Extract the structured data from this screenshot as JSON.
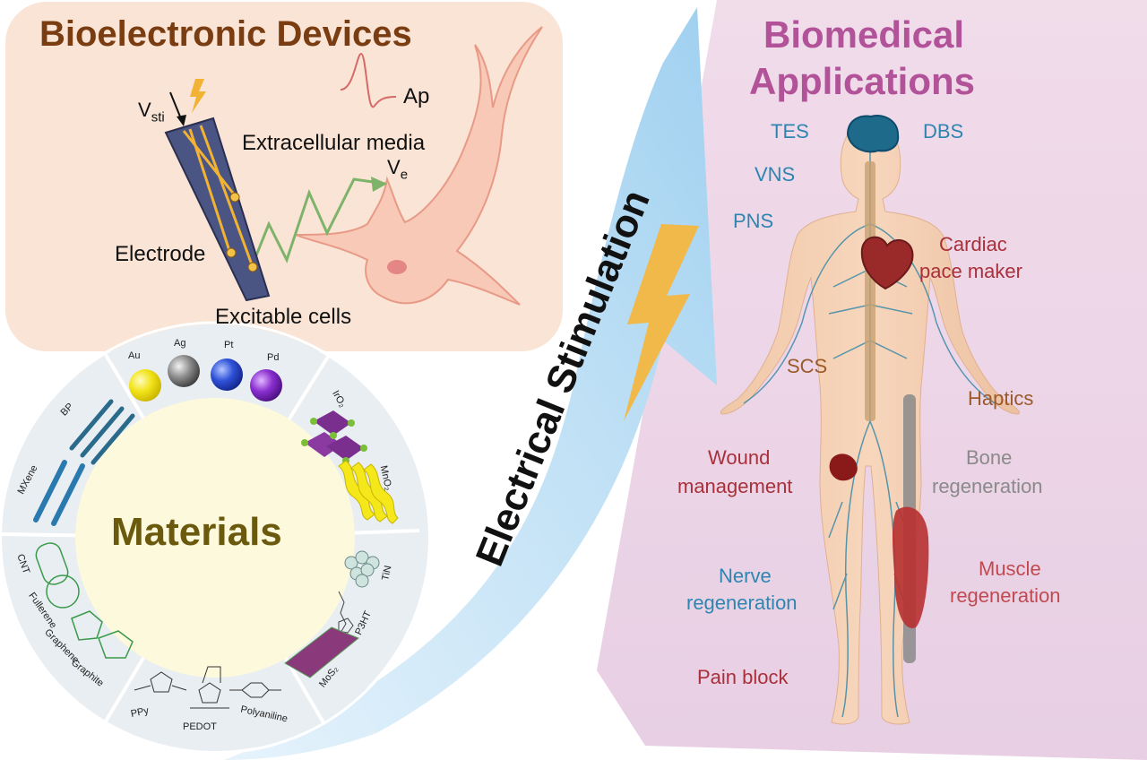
{
  "devices": {
    "title": "Bioelectronic Devices",
    "v_sti": "V",
    "v_sti_sub": "sti",
    "ap": "Ap",
    "extracellular": "Extracellular media",
    "v_e": "V",
    "v_e_sub": "e",
    "electrode": "Electrode",
    "excitable": "Excitable cells"
  },
  "stimulation": {
    "label": "Electrical Stimulation"
  },
  "materials": {
    "title": "Materials",
    "metals": [
      "Au",
      "Ag",
      "Pt",
      "Pd"
    ],
    "oxides": [
      "IrO₂",
      "MnO₂"
    ],
    "nitrides": [
      "TiN",
      "P3HT",
      "MoS₂"
    ],
    "polymers": [
      "PPy",
      "PEDOT",
      "Polyaniline"
    ],
    "carbons": [
      "CNT",
      "Fullerene",
      "Graphene",
      "Graphite"
    ],
    "twod": [
      "MXene",
      "BP"
    ]
  },
  "applications": {
    "title_line1": "Biomedical",
    "title_line2": "Applications",
    "tes": "TES",
    "dbs": "DBS",
    "vns": "VNS",
    "pns": "PNS",
    "cardiac_1": "Cardiac",
    "cardiac_2": "pace maker",
    "scs": "SCS",
    "haptics": "Haptics",
    "wound_1": "Wound",
    "wound_2": "management",
    "bone_1": "Bone",
    "bone_2": "regeneration",
    "nerve_1": "Nerve",
    "nerve_2": "regeneration",
    "muscle_1": "Muscle",
    "muscle_2": "regeneration",
    "pain": "Pain block"
  },
  "colors": {
    "devices_bg": "#f9e4d6",
    "devices_title": "#7a3d12",
    "app_bg": "#ead3e6",
    "app_title": "#b2539a",
    "arrow": "#bfe0f5",
    "bolt": "#f0b94a",
    "materials_title": "#6b5a0e",
    "teal": "#2e86b0",
    "red": "#a8303a",
    "brown": "#9a5a2a",
    "gray": "#8a8a8a"
  }
}
